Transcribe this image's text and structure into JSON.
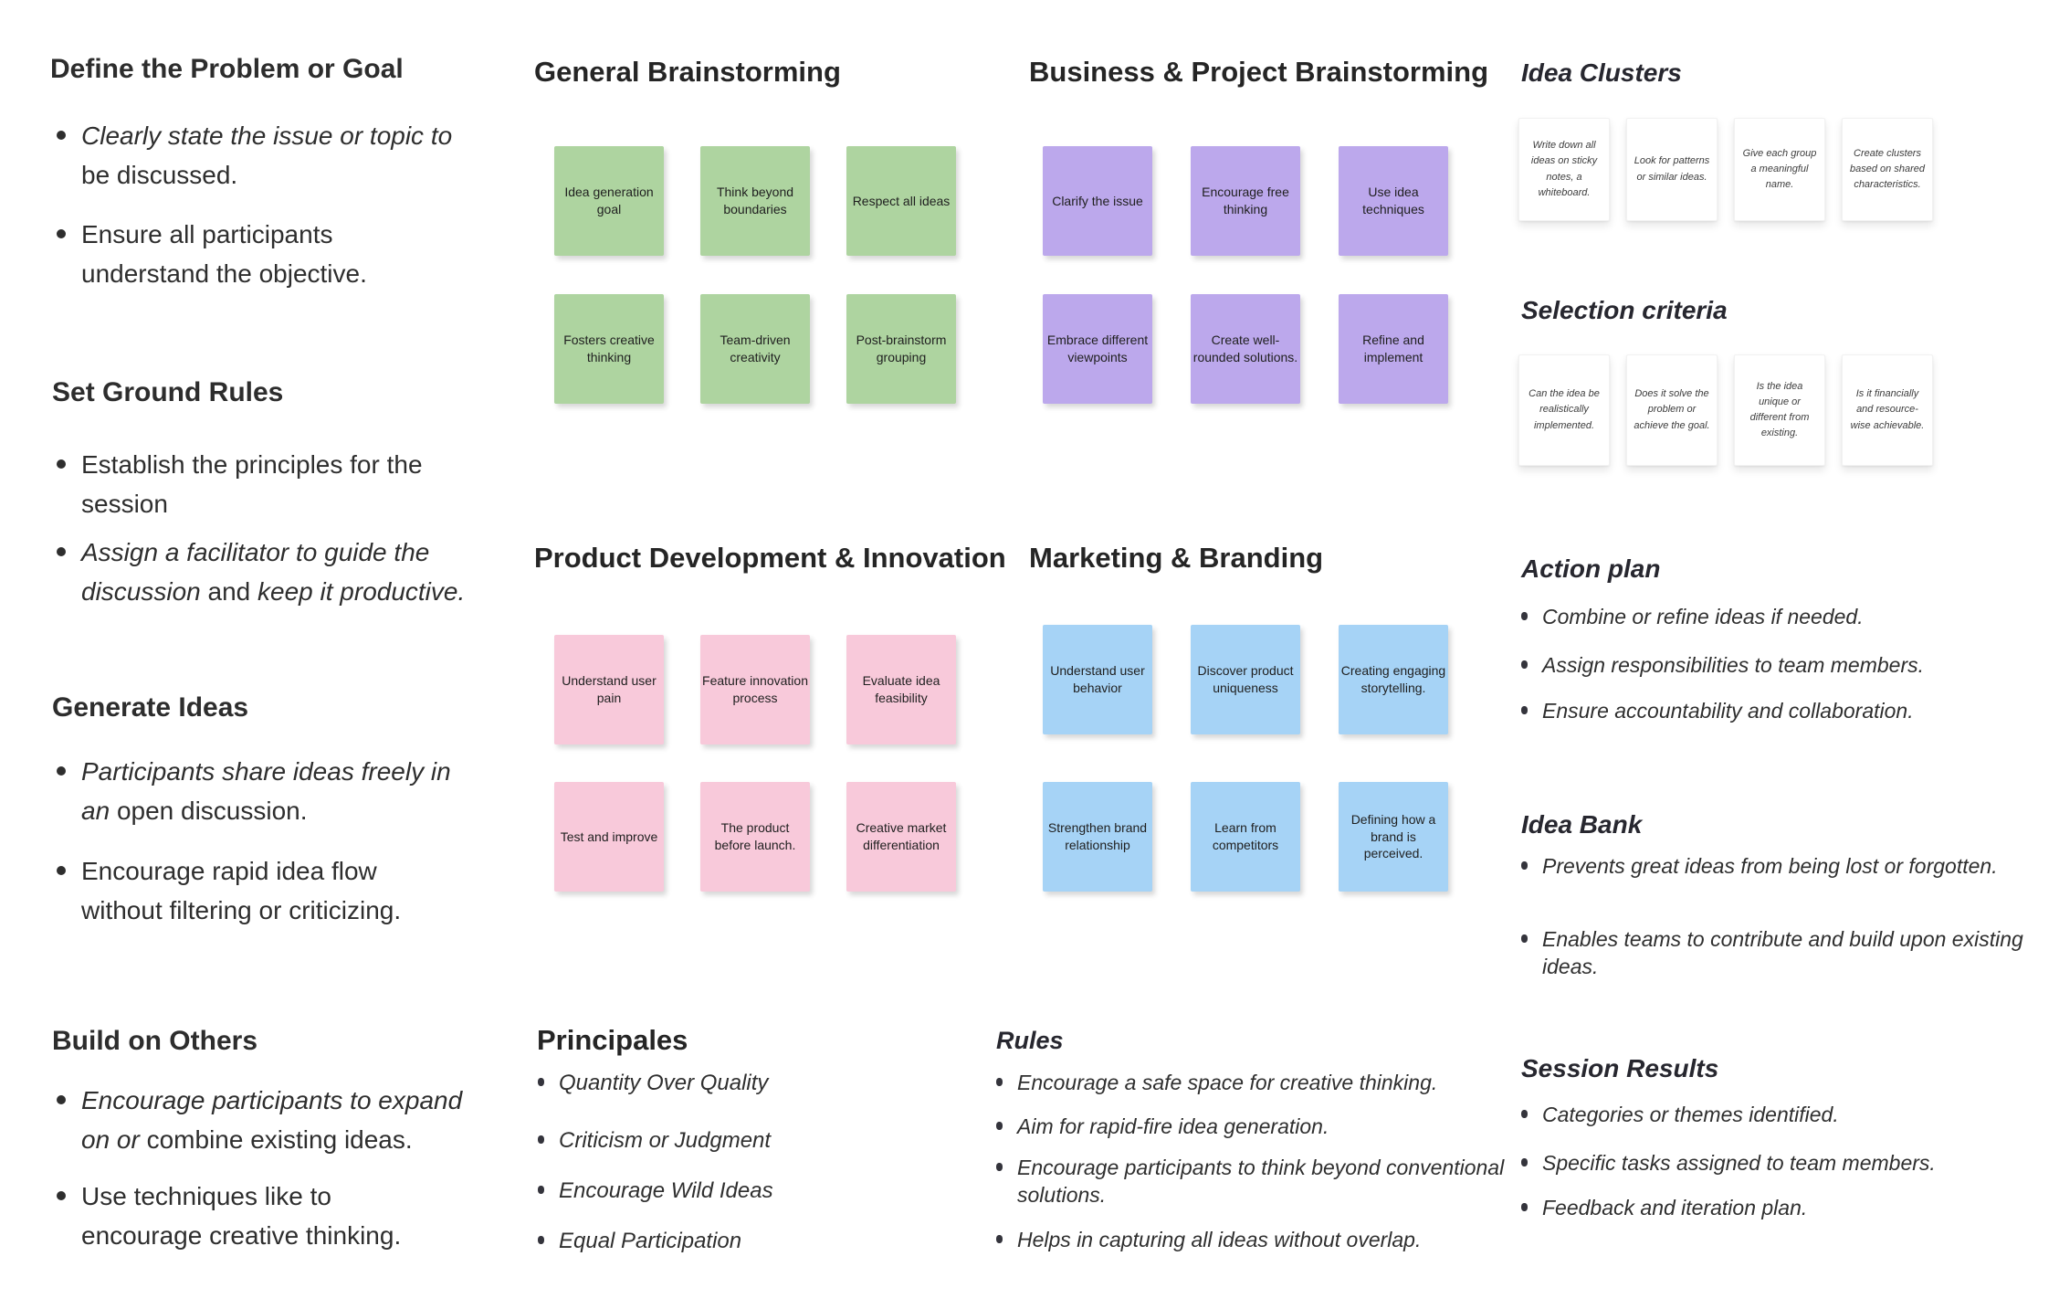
{
  "colors": {
    "background": "#ffffff",
    "text": "#2e2e2e",
    "right_heading": "#27272f",
    "note_green": "#aed4a0",
    "note_purple": "#bca8ec",
    "note_pink": "#f8c9da",
    "note_blue": "#a6d3f6"
  },
  "left_column": {
    "sections": [
      {
        "title": "Define the Problem or Goal",
        "bullets": [
          [
            {
              "t": "Clearly state the issue or topic to",
              "i": true
            },
            {
              "br": true
            },
            {
              "t": "be discussed.",
              "i": false
            }
          ],
          [
            {
              "t": "Ensure all participants",
              "i": false
            },
            {
              "br": true
            },
            {
              "t": "understand the objective.",
              "i": false
            }
          ]
        ]
      },
      {
        "title": "Set Ground Rules",
        "bullets": [
          [
            {
              "t": "Establish the principles for the",
              "i": false
            },
            {
              "br": true
            },
            {
              "t": "session",
              "i": false
            }
          ],
          [
            {
              "t": "Assign a facilitator to guide the",
              "i": true
            },
            {
              "br": true
            },
            {
              "t": "discussion",
              "i": true
            },
            {
              "t": " and ",
              "i": false
            },
            {
              "t": "keep it productive.",
              "i": true
            }
          ]
        ]
      },
      {
        "title": "Generate Ideas",
        "bullets": [
          [
            {
              "t": "Participants share ideas freely in",
              "i": true
            },
            {
              "br": true
            },
            {
              "t": "an ",
              "i": true
            },
            {
              "t": "open discussion.",
              "i": false
            }
          ],
          [
            {
              "t": "Encourage rapid idea flow",
              "i": false
            },
            {
              "br": true
            },
            {
              "t": "without filtering or criticizing.",
              "i": false
            }
          ]
        ]
      },
      {
        "title": "Build on Others",
        "bullets": [
          [
            {
              "t": "Encourage participants to expand",
              "i": true
            },
            {
              "br": true
            },
            {
              "t": "on or ",
              "i": true
            },
            {
              "t": "combine existing ideas.",
              "i": false
            }
          ],
          [
            {
              "t": "Use techniques like to",
              "i": false
            },
            {
              "br": true
            },
            {
              "t": "encourage creative thinking.",
              "i": false
            }
          ]
        ]
      }
    ]
  },
  "groups": {
    "general": {
      "title": "General Brainstorming",
      "color": "#aed4a0",
      "notes": [
        "Idea generation goal",
        "Think beyond boundaries",
        "Respect all ideas",
        "Fosters creative thinking",
        "Team-driven creativity",
        "Post-brainstorm grouping"
      ]
    },
    "business": {
      "title": "Business & Project Brainstorming",
      "color": "#bca8ec",
      "notes": [
        "Clarify the issue",
        "Encourage free thinking",
        "Use idea techniques",
        "Embrace different viewpoints",
        "Create well-rounded solutions.",
        "Refine and implement"
      ]
    },
    "product": {
      "title": "Product Development & Innovation",
      "color": "#f8c9da",
      "notes": [
        "Understand user pain",
        "Feature innovation process",
        "Evaluate idea feasibility",
        "Test and improve",
        "The product before launch.",
        "Creative market differentiation"
      ]
    },
    "marketing": {
      "title": "Marketing & Branding",
      "color": "#a6d3f6",
      "notes": [
        "Understand user behavior",
        "Discover product uniqueness",
        "Creating engaging storytelling.",
        "Strengthen brand relationship",
        "Learn from competitors",
        "Defining how a brand is perceived."
      ]
    }
  },
  "right_column": {
    "idea_clusters": {
      "title": "Idea Clusters",
      "cards": [
        "Write down all ideas on sticky notes, a whiteboard.",
        "Look for patterns or similar ideas.",
        "Give each group a meaningful name.",
        "Create clusters based on shared characteristics."
      ]
    },
    "selection_criteria": {
      "title": "Selection criteria",
      "cards": [
        "Can the idea be realistically implemented.",
        "Does it solve the problem or achieve the goal.",
        "Is the idea unique or different from existing.",
        "Is it financially and resource-wise achievable."
      ]
    },
    "action_plan": {
      "title": "Action plan",
      "items": [
        "Combine or refine ideas if needed.",
        "Assign responsibilities to team members.",
        "Ensure accountability and collaboration."
      ]
    },
    "idea_bank": {
      "title": "Idea Bank",
      "items": [
        "Prevents great ideas from being lost or forgotten.",
        "Enables teams to contribute and build upon existing ideas."
      ]
    },
    "session_results": {
      "title": "Session Results",
      "items": [
        "Categories or themes identified.",
        "Specific tasks assigned to team members.",
        "Feedback and iteration plan."
      ]
    }
  },
  "bottom": {
    "principales": {
      "title": "Principales",
      "items": [
        "Quantity Over Quality",
        "Criticism or Judgment",
        "Encourage Wild Ideas",
        "Equal Participation"
      ]
    },
    "rules": {
      "title": "Rules",
      "items": [
        "Encourage a safe space for creative thinking.",
        "Aim for rapid-fire idea generation.",
        "Encourage participants to think beyond conventional solutions.",
        "Helps in capturing all ideas without overlap."
      ]
    }
  }
}
